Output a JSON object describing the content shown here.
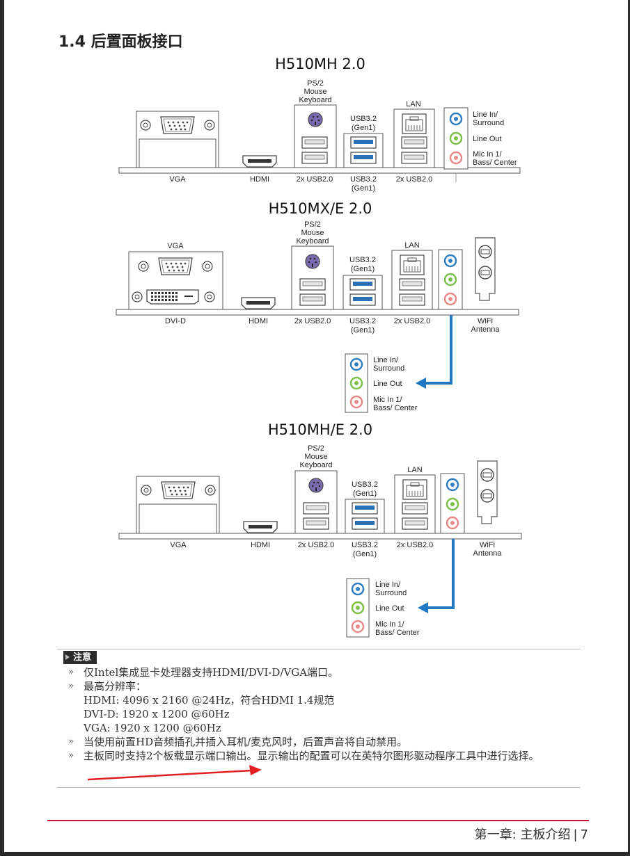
{
  "section_title": "1.4 后置面板接口",
  "boards": [
    {
      "title": "H510MH 2.0"
    },
    {
      "title": "H510MX/E 2.0"
    },
    {
      "title": "H510MH/E 2.0"
    }
  ],
  "labels": {
    "vga": "VGA",
    "dvi": "DVI-D",
    "hdmi": "HDMI",
    "usb2": "2x USB2.0",
    "usb3_top": "USB3.2",
    "usb3_gen": "(Gen1)",
    "ps2_1": "PS/2",
    "ps2_2": "Mouse",
    "ps2_3": "Keyboard",
    "lan": "LAN",
    "line_in_1": "Line In/",
    "line_in_2": "Surround",
    "line_out": "Line Out",
    "mic_1": "Mic In 1/",
    "mic_2": "Bass/ Center",
    "wifi_1": "WiFi",
    "wifi_2": "Antenna"
  },
  "colors": {
    "audio_blue": "#2f7fc1",
    "audio_green": "#7cc04a",
    "audio_pink": "#e88a8a",
    "arrow_blue": "#1f78c1",
    "usb3_blue": "#2a6fb8",
    "accent_red": "#c8102e"
  },
  "note": {
    "tag": "注意",
    "items": [
      {
        "text": "仅Intel集成显卡处理器支持HDMI/DVI-D/VGA端口。"
      },
      {
        "text": "最高分辨率：",
        "sub": [
          "HDMI: 4096 x 2160 @24Hz，符合HDMI 1.4规范",
          "DVI-D: 1920 x 1200 @60Hz",
          "VGA: 1920 x 1200 @60Hz"
        ]
      },
      {
        "text": "当使用前置HD音频插孔并插入耳机/麦克风时，后置声音将自动禁用。"
      },
      {
        "text": "主板同时支持2个板载显示端口输出。显示输出的配置可以在英特尔图形驱动程序工具中进行选择。"
      }
    ]
  },
  "footer": {
    "chapter": "第一章: 主板介绍",
    "page": "7"
  }
}
